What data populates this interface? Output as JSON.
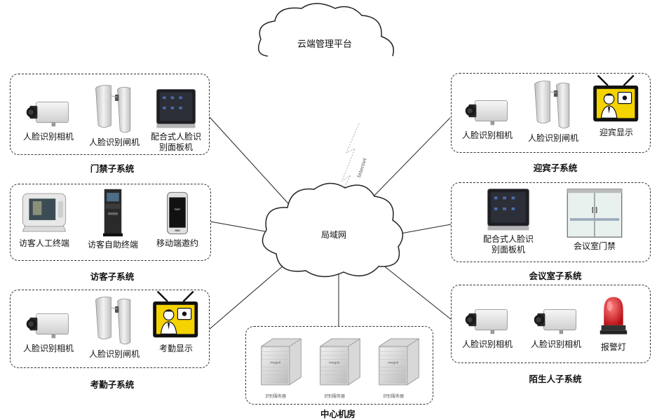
{
  "clouds": {
    "top": "云端管理平台",
    "center": "局域网",
    "internet": "Internet"
  },
  "subsystems": {
    "access": {
      "title": "门禁子系统",
      "devices": [
        {
          "label": "人脸识别相机",
          "icon": "face-camera-icon"
        },
        {
          "label": "人脸识别闸机",
          "icon": "turnstile-icon"
        },
        {
          "label": "配合式人脸识\n别面板机",
          "icon": "face-panel-icon"
        }
      ]
    },
    "visitor": {
      "title": "访客子系统",
      "devices": [
        {
          "label": "访客人工终端",
          "icon": "visitor-terminal-icon"
        },
        {
          "label": "访客自助终端",
          "icon": "kiosk-icon"
        },
        {
          "label": "移动端邀约",
          "icon": "smartphone-icon"
        }
      ]
    },
    "attendance": {
      "title": "考勤子系统",
      "devices": [
        {
          "label": "人脸识别相机",
          "icon": "face-camera-icon"
        },
        {
          "label": "人脸识别闸机",
          "icon": "turnstile-icon"
        },
        {
          "label": "考勤显示",
          "icon": "display-screen-icon"
        }
      ]
    },
    "datacenter": {
      "title": "中心机房",
      "servers": [
        {
          "label": "识别服务器",
          "icon": "server-icon"
        },
        {
          "label": "识别服务器",
          "icon": "server-icon"
        },
        {
          "label": "识别服务器",
          "icon": "server-icon"
        }
      ]
    },
    "welcome": {
      "title": "迎宾子系统",
      "devices": [
        {
          "label": "人脸识别相机",
          "icon": "face-camera-icon"
        },
        {
          "label": "人脸识别闸机",
          "icon": "turnstile-icon"
        },
        {
          "label": "迎宾显示",
          "icon": "display-screen-icon"
        }
      ]
    },
    "meeting": {
      "title": "会议室子系统",
      "devices": [
        {
          "label": "配合式人脸识\n别面板机",
          "icon": "face-panel-icon"
        },
        {
          "label": "会议室门禁",
          "icon": "glass-door-icon"
        }
      ]
    },
    "stranger": {
      "title": "陌生人子系统",
      "devices": [
        {
          "label": "人脸识别相机",
          "icon": "face-camera-icon"
        },
        {
          "label": "人脸识别相机",
          "icon": "face-camera-icon"
        },
        {
          "label": "报警灯",
          "icon": "alarm-light-icon"
        }
      ]
    }
  },
  "colors": {
    "line": "#222222",
    "camera_body": "#e9e9e9",
    "alarm_red": "#d4141c",
    "tv_yellow": "#f5d300",
    "panel_dark": "#1e1f24"
  }
}
